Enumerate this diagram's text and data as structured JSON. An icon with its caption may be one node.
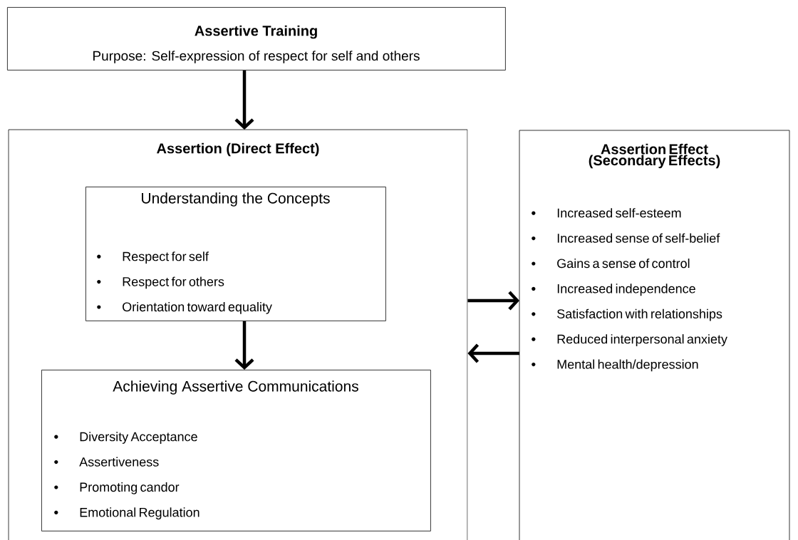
{
  "diagram": {
    "nodes": [
      {
        "text": [
          "Assertive Training",
          "Purpose: Self-expression of respect for self and others"
        ]
      },
      {
        "text": [
          "Assertion (Direct Effect)"
        ]
      },
      {
        "text": [
          "Understanding the Concepts",
          "Respect for self",
          "Respect for others",
          "Orientation toward equality"
        ],
        "in": 1
      },
      {
        "text": [
          "Achieving Assertive Communications",
          "Diversity Acceptance",
          "Assertiveness",
          "Promoting candor",
          "Emotional Regulation"
        ],
        "in": 1
      },
      {
        "text": [
          "Assertion Effect (Secondary Effects)",
          "Increased self-esteem",
          "Increased sense of self-belief",
          "Gains a sense of control",
          "Increased independence",
          "Satisfaction with relationships",
          "Reduced interpersonal anxiety",
          "Mental health/depression"
        ]
      }
    ],
    "edges": [
      {
        "from": 0,
        "to": 1,
        "arrow": "to"
      },
      {
        "from": 2,
        "to": 3,
        "arrow": "to"
      },
      {
        "from": 1,
        "to": 4,
        "arrow": "to"
      },
      {
        "from": 4,
        "to": 1,
        "arrow": "to"
      }
    ]
  }
}
